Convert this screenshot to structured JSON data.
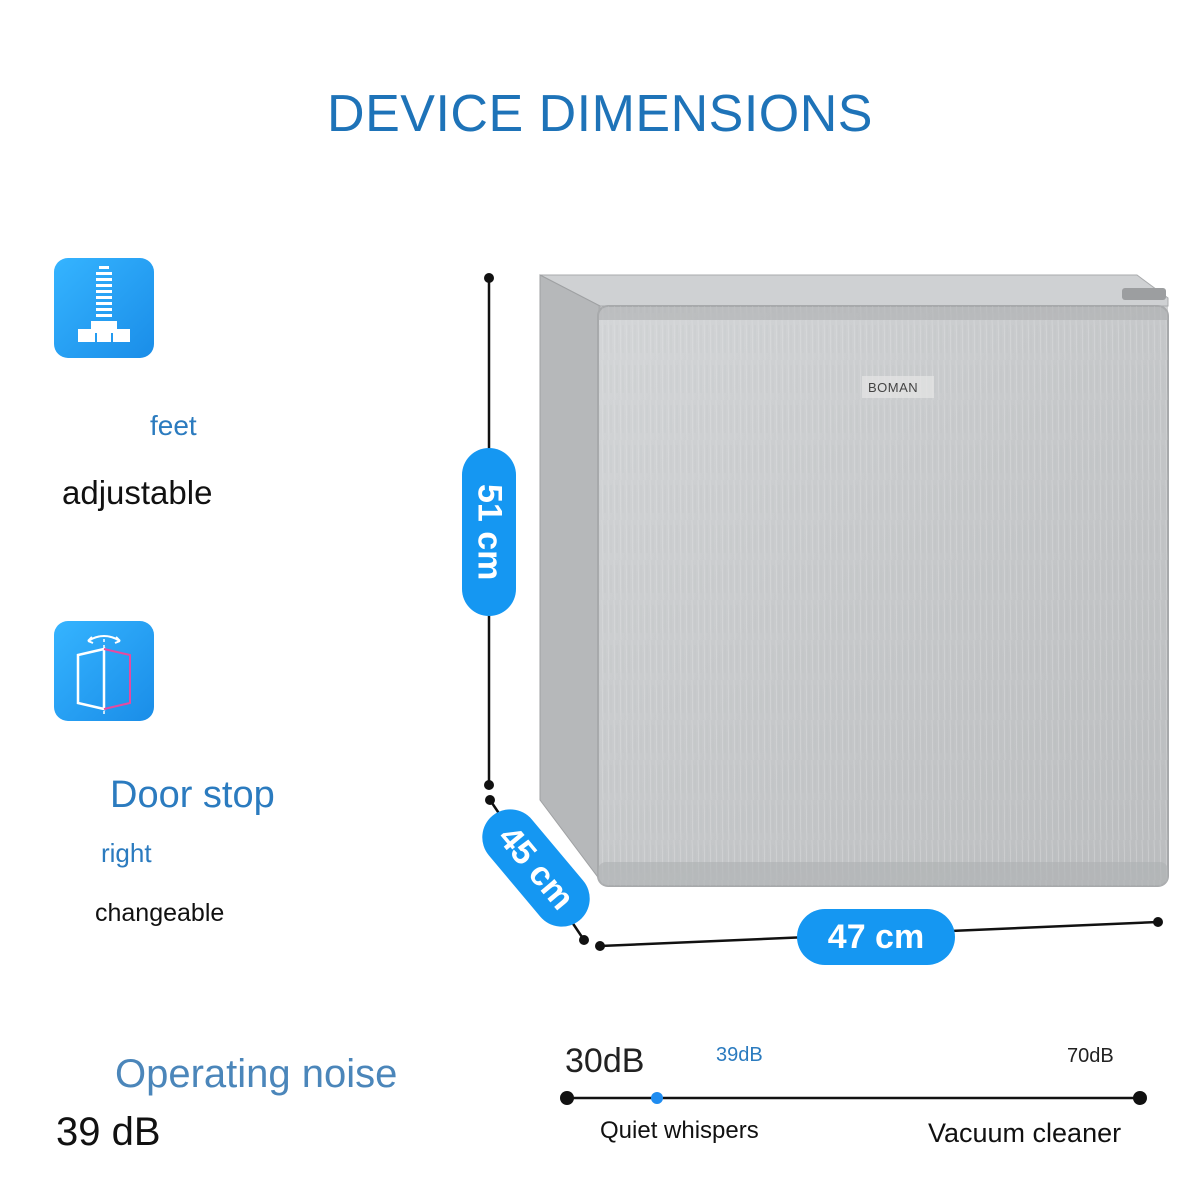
{
  "title": "DEVICE DIMENSIONS",
  "features": [
    {
      "icon": "adjustable-feet-icon",
      "label_top": "feet",
      "label_bottom": "adjustable"
    },
    {
      "icon": "door-hinge-icon",
      "label_top": "Door stop",
      "label_mid": "right",
      "label_bottom": "changeable"
    }
  ],
  "product": {
    "brand": "BOMAN",
    "dimensions": {
      "height": "51 cm",
      "depth": "45 cm",
      "width": "47 cm"
    }
  },
  "noise": {
    "title": "Operating noise",
    "value": "39 dB",
    "scale": {
      "min_label": "30dB",
      "marker_label": "39dB",
      "max_label": "70dB",
      "min_value": 30,
      "marker_value": 39,
      "max_value": 70,
      "low_example": "Quiet whispers",
      "high_example": "Vacuum cleaner"
    }
  },
  "colors": {
    "accent": "#1597f2",
    "title": "#1e73b8",
    "text": "#111111"
  }
}
